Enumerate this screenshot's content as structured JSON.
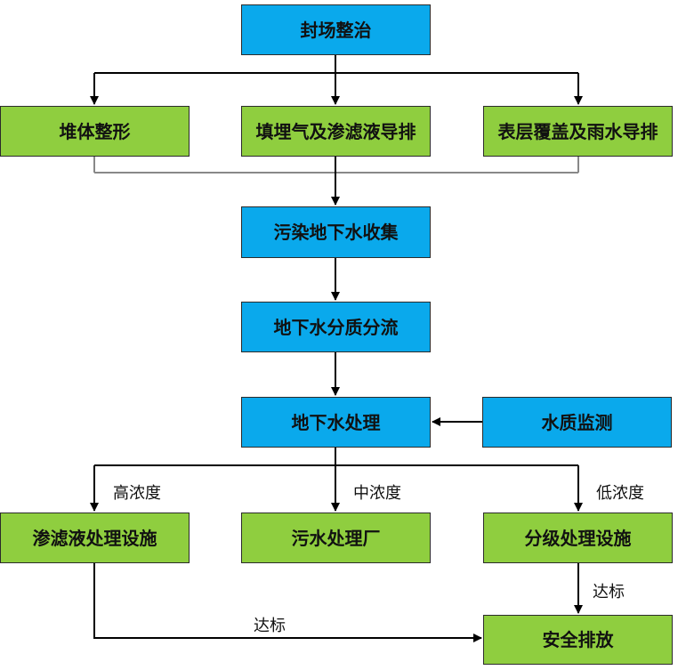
{
  "colors": {
    "process": "#0aa9ec",
    "facility": "#8fce3f",
    "line": "#000000"
  },
  "nodes": {
    "site_closure": "封场整治",
    "pile_reshaping": "堆体整形",
    "landfill_gas_leachate": "填埋气及渗滤液导排",
    "surface_cover_rainwater": "表层覆盖及雨水导排",
    "groundwater_collection": "污染地下水收集",
    "quality_diversion": "地下水分质分流",
    "groundwater_treatment": "地下水处理",
    "water_monitoring": "水质监测",
    "leachate_facility": "渗滤液处理设施",
    "sewage_plant": "污水处理厂",
    "graded_facility": "分级处理设施",
    "safe_discharge": "安全排放"
  },
  "edge_labels": {
    "high": "高浓度",
    "medium": "中浓度",
    "low": "低浓度",
    "meets_standard_right": "达标",
    "meets_standard_bottom": "达标"
  }
}
